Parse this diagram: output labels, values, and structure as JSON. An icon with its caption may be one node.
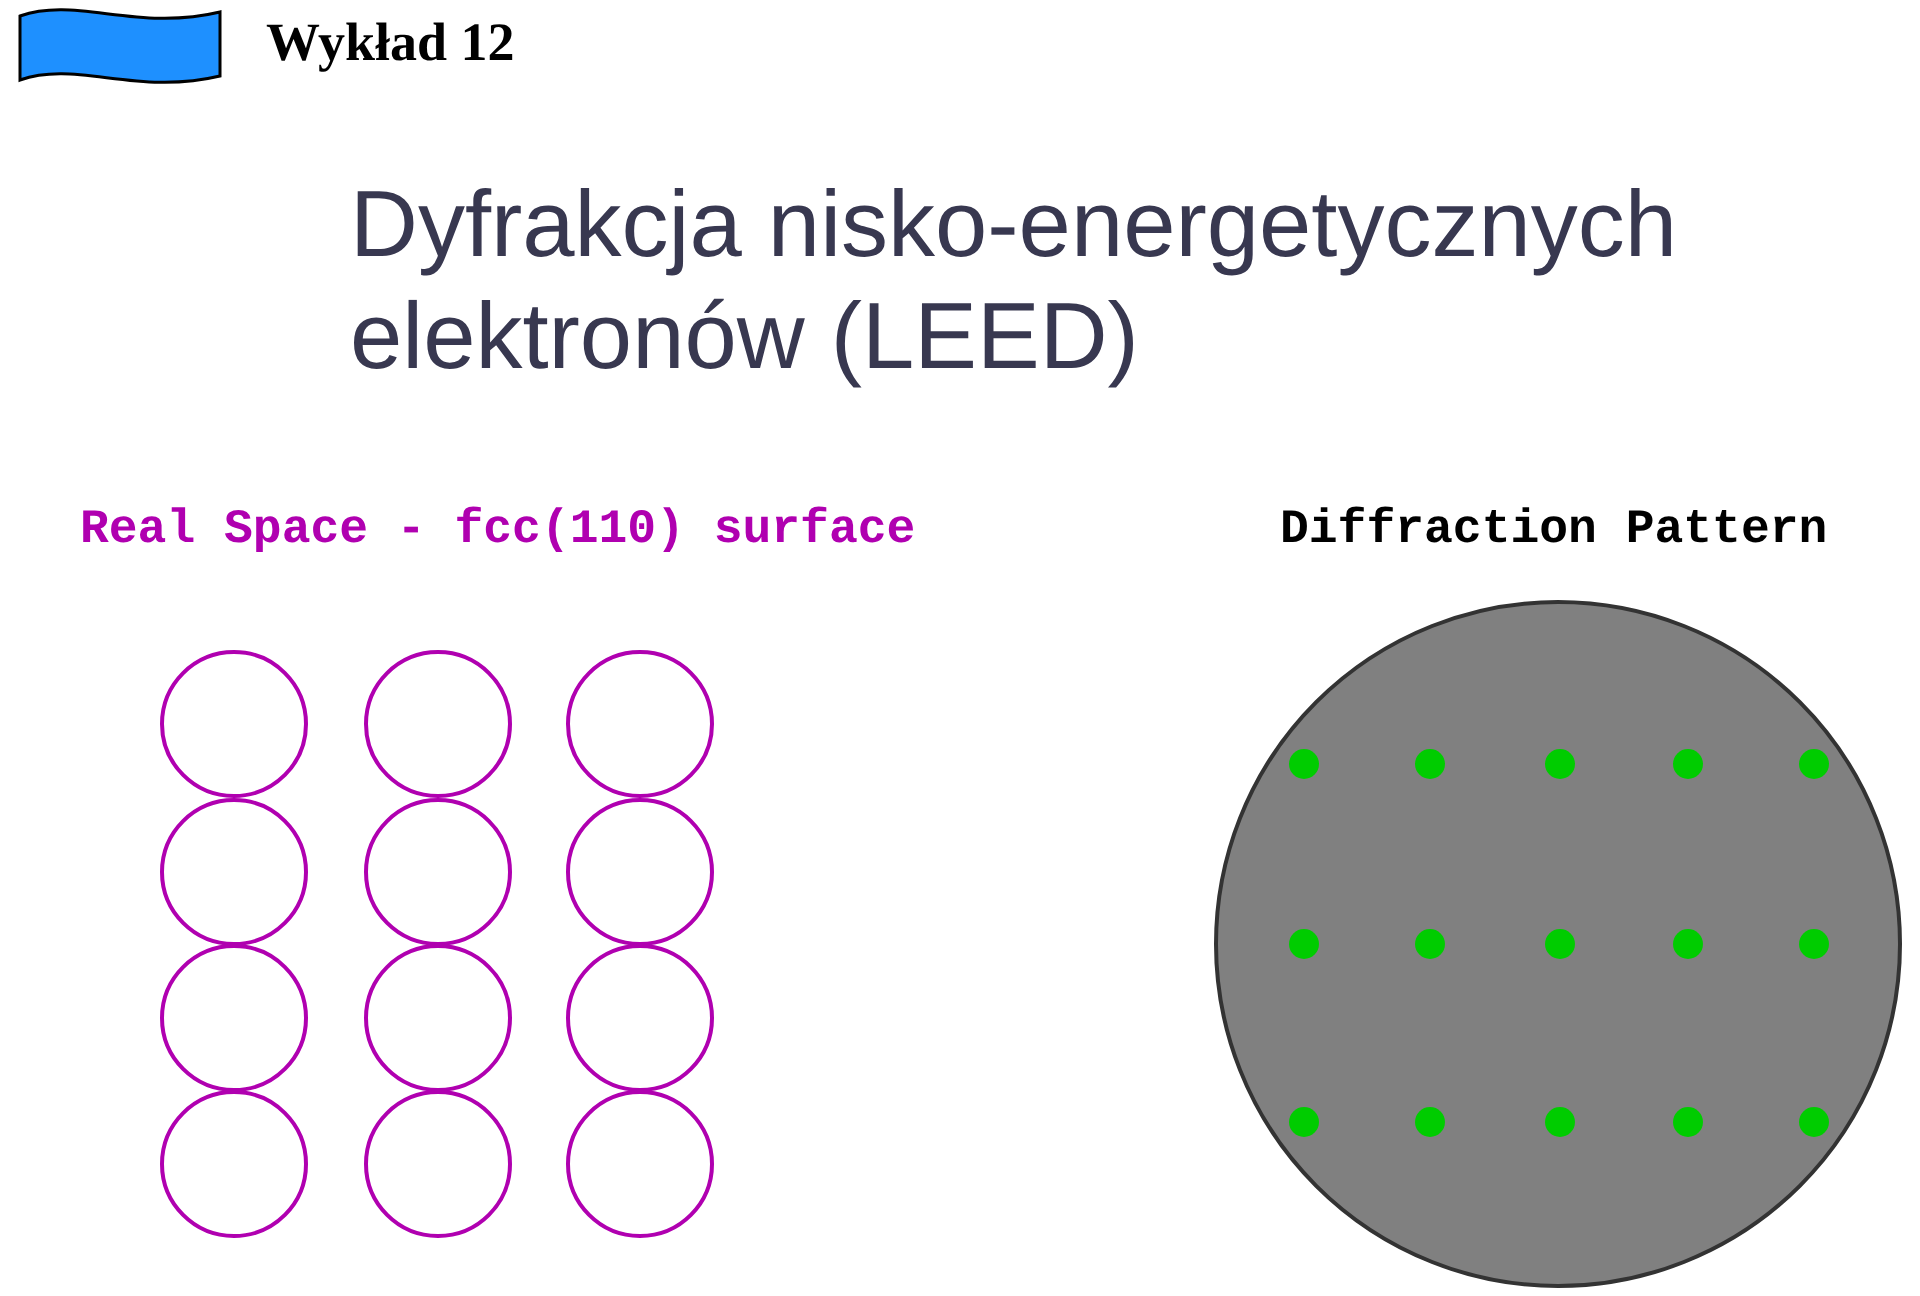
{
  "diagram": {
    "title": "Dyfrakcja nisko-energetycznych elektronów (LEED)",
    "labels": [
      "Wykład 12",
      "Real Space - fcc(110) surface",
      "Diffraction Pattern"
    ]
  }
}
